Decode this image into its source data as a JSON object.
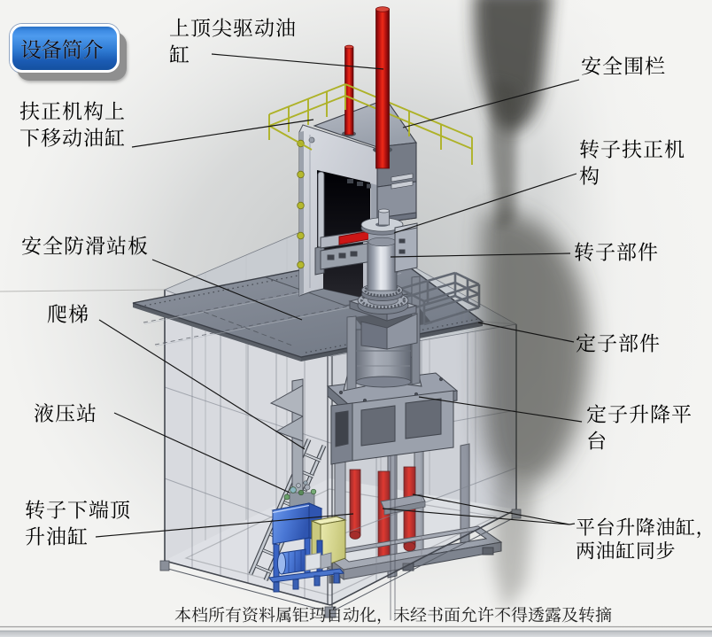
{
  "page": {
    "kind": "equipment-introduction-slide",
    "background": "#f3f3f1"
  },
  "badge": {
    "text": "设备简介",
    "fill_top": "#4e9bee",
    "fill_bottom": "#14509f",
    "border_color": "#ffffff",
    "text_color": "#000000"
  },
  "labels": [
    {
      "id": "upper-drive-cylinder",
      "text": "上顶尖驱动油缸",
      "lines": [
        "上顶尖驱动油",
        "缸"
      ]
    },
    {
      "id": "safety-fence",
      "text": "安全围栏",
      "lines": [
        "安全围栏"
      ]
    },
    {
      "id": "righting-updown-cylinder",
      "text": "扶正机构上下移动油缸",
      "lines": [
        "扶正机构上",
        "下移动油缸"
      ]
    },
    {
      "id": "rotor-righting-mechanism",
      "text": "转子扶正机构",
      "lines": [
        "转子扶正机",
        "构"
      ]
    },
    {
      "id": "anti-slip-platform",
      "text": "安全防滑站板",
      "lines": [
        "安全防滑站板"
      ]
    },
    {
      "id": "rotor-part",
      "text": "转子部件",
      "lines": [
        "转子部件"
      ]
    },
    {
      "id": "ladder",
      "text": "爬梯",
      "lines": [
        "爬梯"
      ]
    },
    {
      "id": "stator-part",
      "text": "定子部件",
      "lines": [
        "定子部件"
      ]
    },
    {
      "id": "hydraulic-station",
      "text": "液压站",
      "lines": [
        "液压站"
      ]
    },
    {
      "id": "stator-lift-platform",
      "text": "定子升降平台",
      "lines": [
        "定子升降平",
        "台"
      ]
    },
    {
      "id": "rotor-jack-cylinder",
      "text": "转子下端顶升油缸",
      "lines": [
        "转子下端顶",
        "升油缸"
      ]
    },
    {
      "id": "platform-lift-cylinders",
      "text": "平台升降油缸，两油缸同步",
      "lines": [
        "平台升降油缸，",
        "两油缸同步"
      ]
    }
  ],
  "footer": {
    "text": "本档所有资料属钜玛自动化，未经书面允许不得透露及转摘"
  },
  "machine": {
    "parts": [
      "upper-drive-rod-main",
      "upper-drive-rod-left",
      "safety-fence-railing",
      "head-box",
      "main-column",
      "righting-mechanism-arm",
      "rotor-part-body",
      "rotor-turntable",
      "anti-slip-platform-plate",
      "stator-assembly",
      "stator-lift-platform-plate",
      "stator-lift-frame-box",
      "platform-lift-cylinder-left",
      "platform-lift-cylinder-right",
      "rotor-jack-cylinder-rod",
      "ladder",
      "hydraulic-station-unit",
      "enclosure",
      "platform-rail-frame"
    ],
    "colors": {
      "red_cylinder": "#cc1414",
      "railing_yellow": "#b9bd2e",
      "hydraulic_tank_blue": "#4a74cc",
      "electric_box_yellow": "#d8d88a",
      "pump_motor_teal": "#49b0b8",
      "structure_light_gray": "#c5c9d1",
      "structure_dark_gray": "#757b86",
      "platform_gray": "#8a909c",
      "cavity_black": "#17171d"
    }
  }
}
